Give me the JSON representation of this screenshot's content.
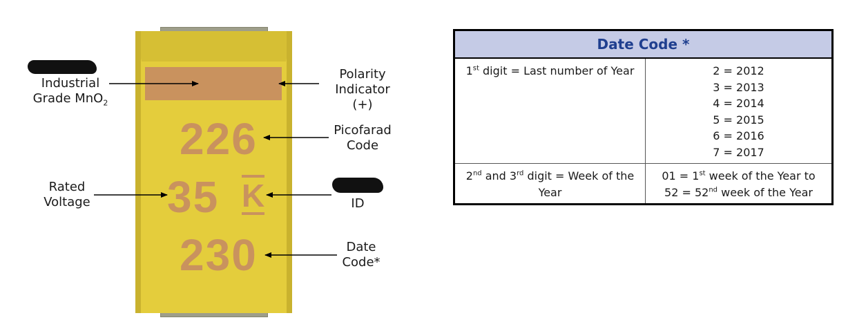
{
  "diagram": {
    "capacitor": {
      "polarity_marking": "",
      "picofarad_code": "226",
      "rated_voltage_code": "35",
      "id_code": "K",
      "date_code": "230"
    },
    "labels": {
      "industrial_line1": "Industrial",
      "industrial_line2": "Grade MnO",
      "industrial_sub": "2",
      "polarity_line1": "Polarity",
      "polarity_line2": "Indicator (+)",
      "picofarad_line1": "Picofarad",
      "picofarad_line2": "Code",
      "rated_line1": "Rated",
      "rated_line2": "Voltage",
      "id": "ID",
      "date_line1": "Date",
      "date_line2": "Code*"
    },
    "colors": {
      "body": "#e4cd3c",
      "marking": "#c9925e",
      "table_header_bg": "#c5cbe6",
      "table_header_text": "#1f3f8f"
    }
  },
  "table": {
    "title": "Date Code *",
    "row1": {
      "num": "1",
      "sup": "st",
      "text": " digit = Last number of Year",
      "years": [
        "2 = 2012",
        "3 = 2013",
        "4 = 2014",
        "5 = 2015",
        "6 = 2016",
        "7 = 2017"
      ]
    },
    "row2": {
      "a_num": "2",
      "a_sup": "nd",
      "a_mid": " and 3",
      "a_sup2": "rd",
      "a_rest": " digit = Week of the Year",
      "b_pre": "01 = 1",
      "b_sup": "st",
      "b_mid": " week of the Year to",
      "b_pre2": "52 = 52",
      "b_sup2": "nd",
      "b_rest": " week of the Year"
    }
  }
}
